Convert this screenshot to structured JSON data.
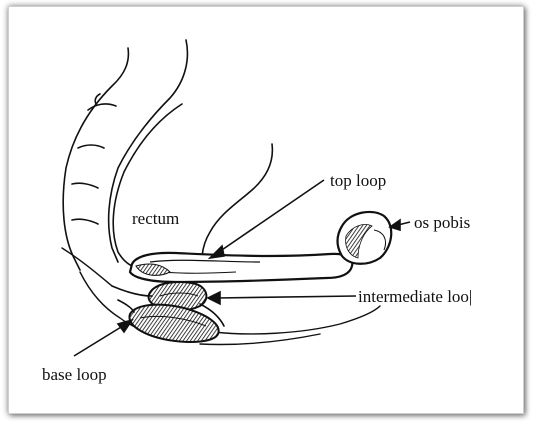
{
  "labels": {
    "top_loop": "top loop",
    "os_pubis": "os pobis",
    "rectum": "rectum",
    "intermediate_loop": "intermediate loo|",
    "base_loop": "base loop"
  },
  "colors": {
    "ink": "#111111",
    "frame_border": "#cfcfcf",
    "background": "#ffffff"
  }
}
